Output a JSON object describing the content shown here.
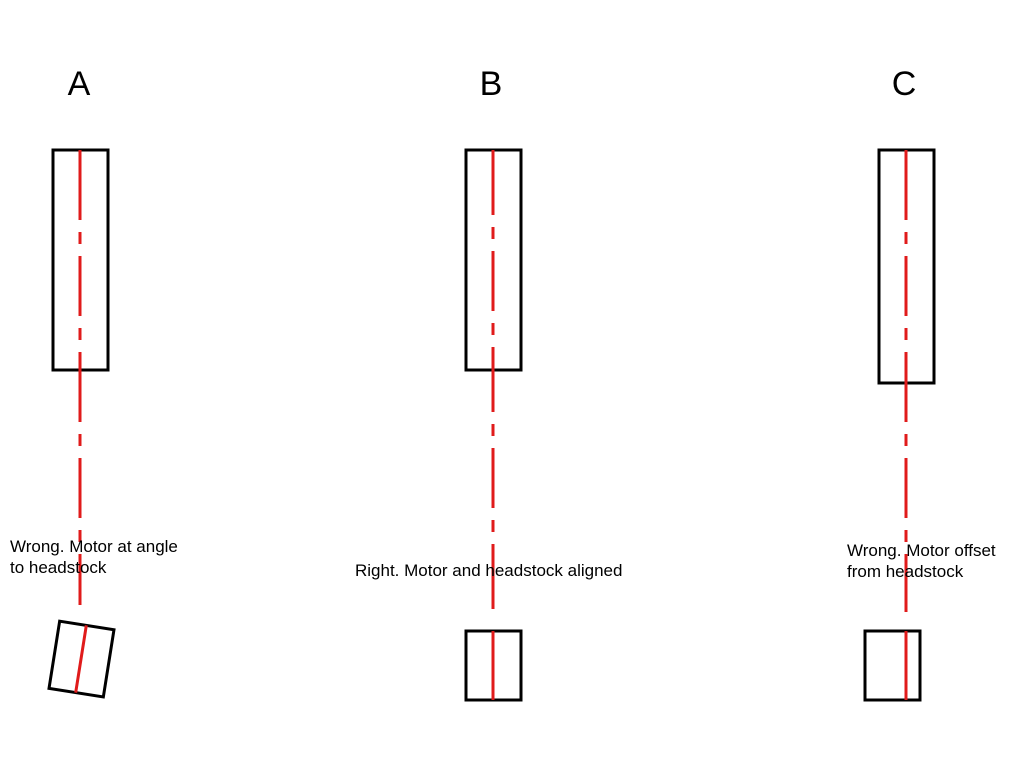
{
  "colors": {
    "outline": "#000000",
    "centerline": "#e01b1b",
    "background": "#ffffff"
  },
  "panels": [
    {
      "letter": "A",
      "caption_lines": [
        "Wrong. Motor at angle",
        "to headstock"
      ]
    },
    {
      "letter": "B",
      "caption_lines": [
        "Right. Motor and headstock aligned"
      ]
    },
    {
      "letter": "C",
      "caption_lines": [
        "Wrong. Motor offset",
        "from headstock"
      ]
    }
  ]
}
